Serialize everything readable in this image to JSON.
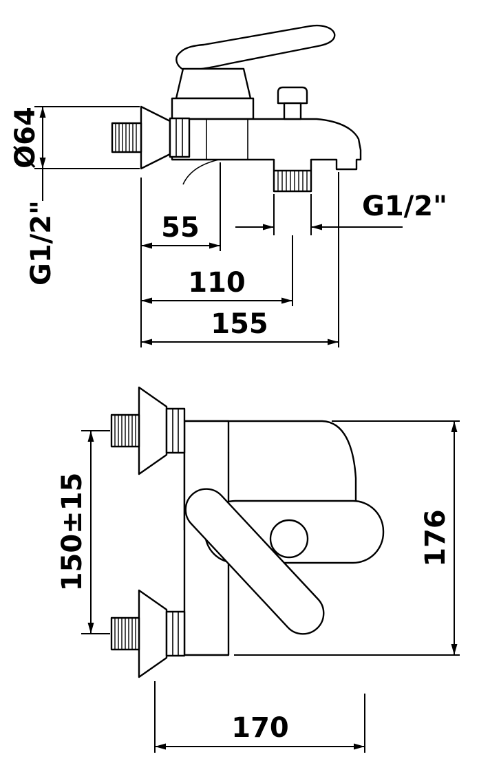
{
  "colors": {
    "ink": "#000000",
    "paper": "#ffffff"
  },
  "drawing": {
    "side_view": {
      "dims": {
        "escutcheon_diameter": "Ø64",
        "wall_thread": "G1/2\"",
        "handle_offset": "55",
        "shower_thread": "G1/2\"",
        "shower_offset": "110",
        "spout_reach": "155"
      }
    },
    "front_view": {
      "dims": {
        "inlet_spacing": "150±15",
        "overall_height": "176",
        "overall_width": "170"
      }
    }
  }
}
